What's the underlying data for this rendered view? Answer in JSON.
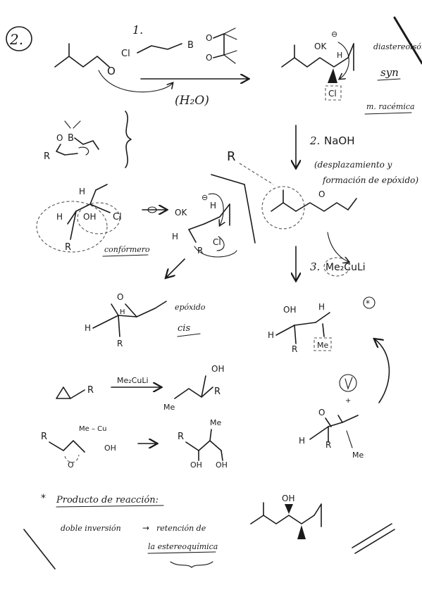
{
  "problem_number": "2.",
  "step1": {
    "number": "1.",
    "reagent_atoms": {
      "cl": "Cl",
      "b": "B",
      "o1": "O",
      "o2": "O"
    },
    "solvent": "(H₂O)"
  },
  "starting_material": {
    "carbonyl_o": "O"
  },
  "intermediate_top": {
    "alkoxide": "OK",
    "charge": "⊖",
    "hydrogen": "H",
    "chlorine": "Cl"
  },
  "notes": {
    "diastereo": "diastereoisómero",
    "syn": "syn",
    "racemic": "m. racémica",
    "conformer": "confórmero",
    "epoxide_label": "epóxido",
    "epoxide_cis": "cis",
    "product_header": "Producto de reacción:",
    "double_inversion": "doble inversión",
    "arrow": "→",
    "retention_1": "retención de",
    "retention_2": "la estereoquímica"
  },
  "step2": {
    "number": "2.",
    "reagent": "NaOH",
    "note_1": "(desplazamiento y",
    "note_2": "formación de epóxido)"
  },
  "step3": {
    "number": "3.",
    "reagent": "Me₂CuLi"
  },
  "r_label": "R",
  "transition_state": {
    "b": "B",
    "o": "O",
    "r": "R"
  },
  "chair_left": {
    "h": "H",
    "h_up": "H",
    "oh": "OH",
    "r": "R",
    "cl": "Cl"
  },
  "chair_right": {
    "ok": "OK",
    "charge": "⊖",
    "h_left": "H",
    "h_up": "H",
    "r": "R",
    "cl": "Cl"
  },
  "cis_epoxide": {
    "h_left": "H",
    "h_mid": "H",
    "r": "R",
    "o": "O"
  },
  "sn2_example": {
    "r_epox": "R",
    "reagent": "Me₂CuLi",
    "oh": "OH",
    "r": "R",
    "me": "Me"
  },
  "side_example": {
    "r": "R",
    "me_cu": "Me – Cu",
    "oh": "OH",
    "o": "O",
    "me": "Me",
    "r2": "R",
    "oh1": "OH",
    "oh2": "OH"
  },
  "product_stereo": {
    "oh": "OH",
    "h": "H",
    "h_left": "H",
    "r": "R",
    "me": "Me"
  },
  "attack": {
    "o": "O",
    "h": "H",
    "r": "R",
    "me": "Me",
    "plus": "+"
  },
  "final_product": {
    "oh": "OH"
  },
  "asterisk": "*"
}
